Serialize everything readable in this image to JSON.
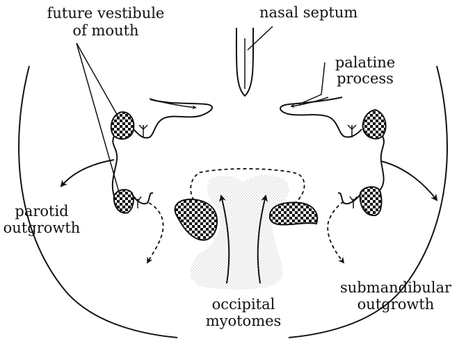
{
  "labels": {
    "nasal_septum": "nasal septum",
    "future_vestibule_line1": "future vestibule",
    "future_vestibule_line2": "of mouth",
    "palatine_line1": "palatine",
    "palatine_line2": "process",
    "parotid_line1": "parotid",
    "parotid_line2": "outgrowth",
    "submandibular_line1": "submandibular",
    "submandibular_line2": "outgrowth",
    "occipital_line1": "occipital",
    "occipital_line2": "myotomes"
  },
  "colors": {
    "ink": "#111111",
    "stipple": "#9a9a9a",
    "background": "#ffffff"
  }
}
